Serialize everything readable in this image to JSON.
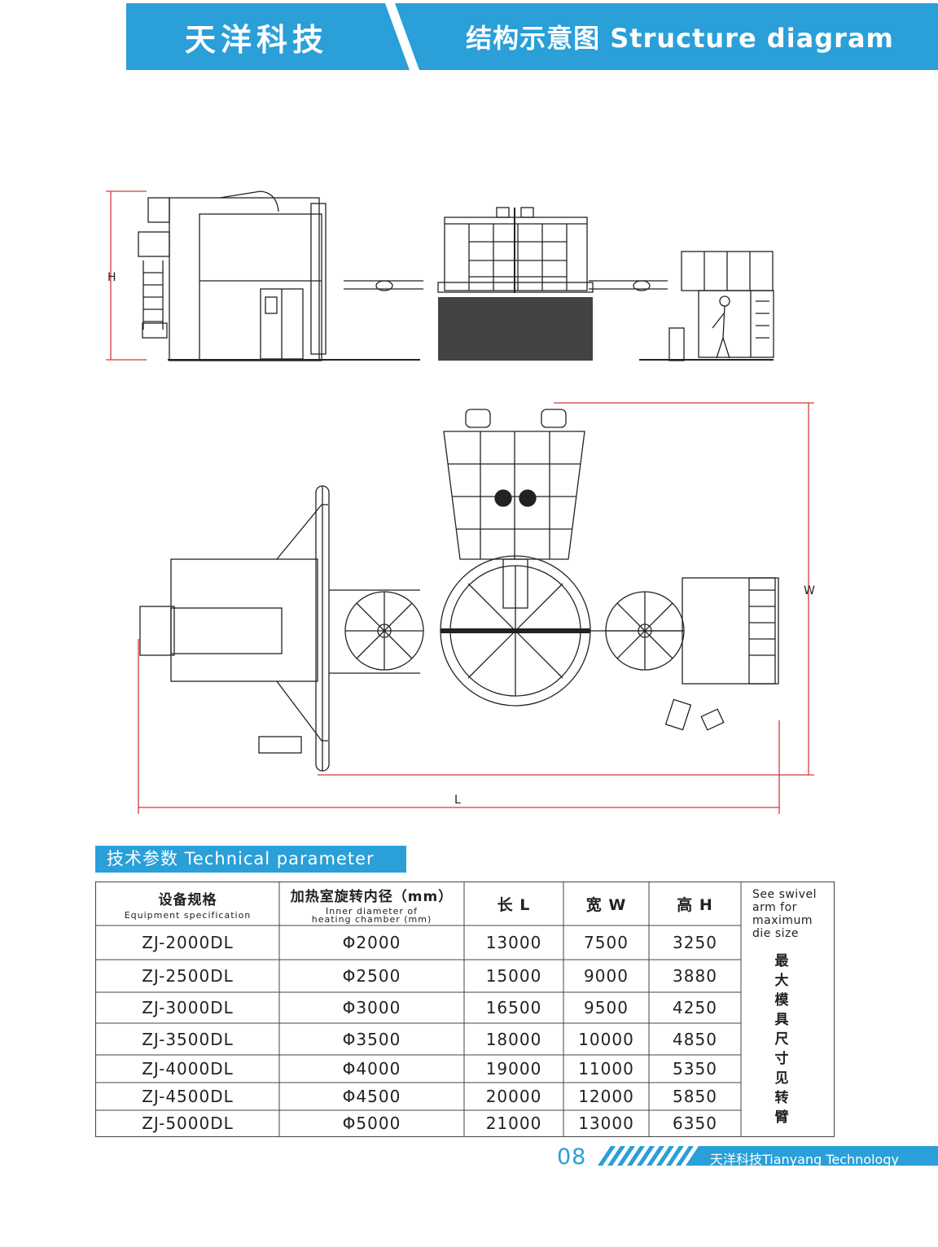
{
  "header": {
    "brand": "天洋科技",
    "title": "结构示意图 Structure diagram"
  },
  "drawing": {
    "dim_height_label": "H",
    "dim_width_label": "W",
    "dim_length_label": "L"
  },
  "section": {
    "title": "技术参数 Technical parameter"
  },
  "table": {
    "headers": {
      "spec_zh": "设备规格",
      "spec_en": "Equipment specification",
      "diam_zh": "加热室旋转内径（mm）",
      "diam_en_1": "Inner diameter of",
      "diam_en_2": "heating chamber (mm)",
      "length": "长 L",
      "width": "宽 W",
      "height": "高 H"
    },
    "rows": [
      {
        "model": "ZJ-2000DL",
        "diameter": "Φ2000",
        "L": "13000",
        "W": "7500",
        "H": "3250"
      },
      {
        "model": "ZJ-2500DL",
        "diameter": "Φ2500",
        "L": "15000",
        "W": "9000",
        "H": "3880"
      },
      {
        "model": "ZJ-3000DL",
        "diameter": "Φ3000",
        "L": "16500",
        "W": "9500",
        "H": "4250"
      },
      {
        "model": "ZJ-3500DL",
        "diameter": "Φ3500",
        "L": "18000",
        "W": "10000",
        "H": "4850"
      },
      {
        "model": "ZJ-4000DL",
        "diameter": "Φ4000",
        "L": "19000",
        "W": "11000",
        "H": "5350"
      },
      {
        "model": "ZJ-4500DL",
        "diameter": "Φ4500",
        "L": "20000",
        "W": "12000",
        "H": "5850"
      },
      {
        "model": "ZJ-5000DL",
        "diameter": "Φ5000",
        "L": "21000",
        "W": "13000",
        "H": "6350"
      }
    ],
    "note_en": "See swivel arm for maximum die size",
    "note_zh": "最大模具尺寸见转臂"
  },
  "footer": {
    "page_number": "08",
    "company": "天洋科技Tianyang Technology"
  },
  "colors": {
    "brand_blue": "#2a9fd8",
    "dimension_red": "#d23a3a",
    "line_dark": "#222222"
  }
}
